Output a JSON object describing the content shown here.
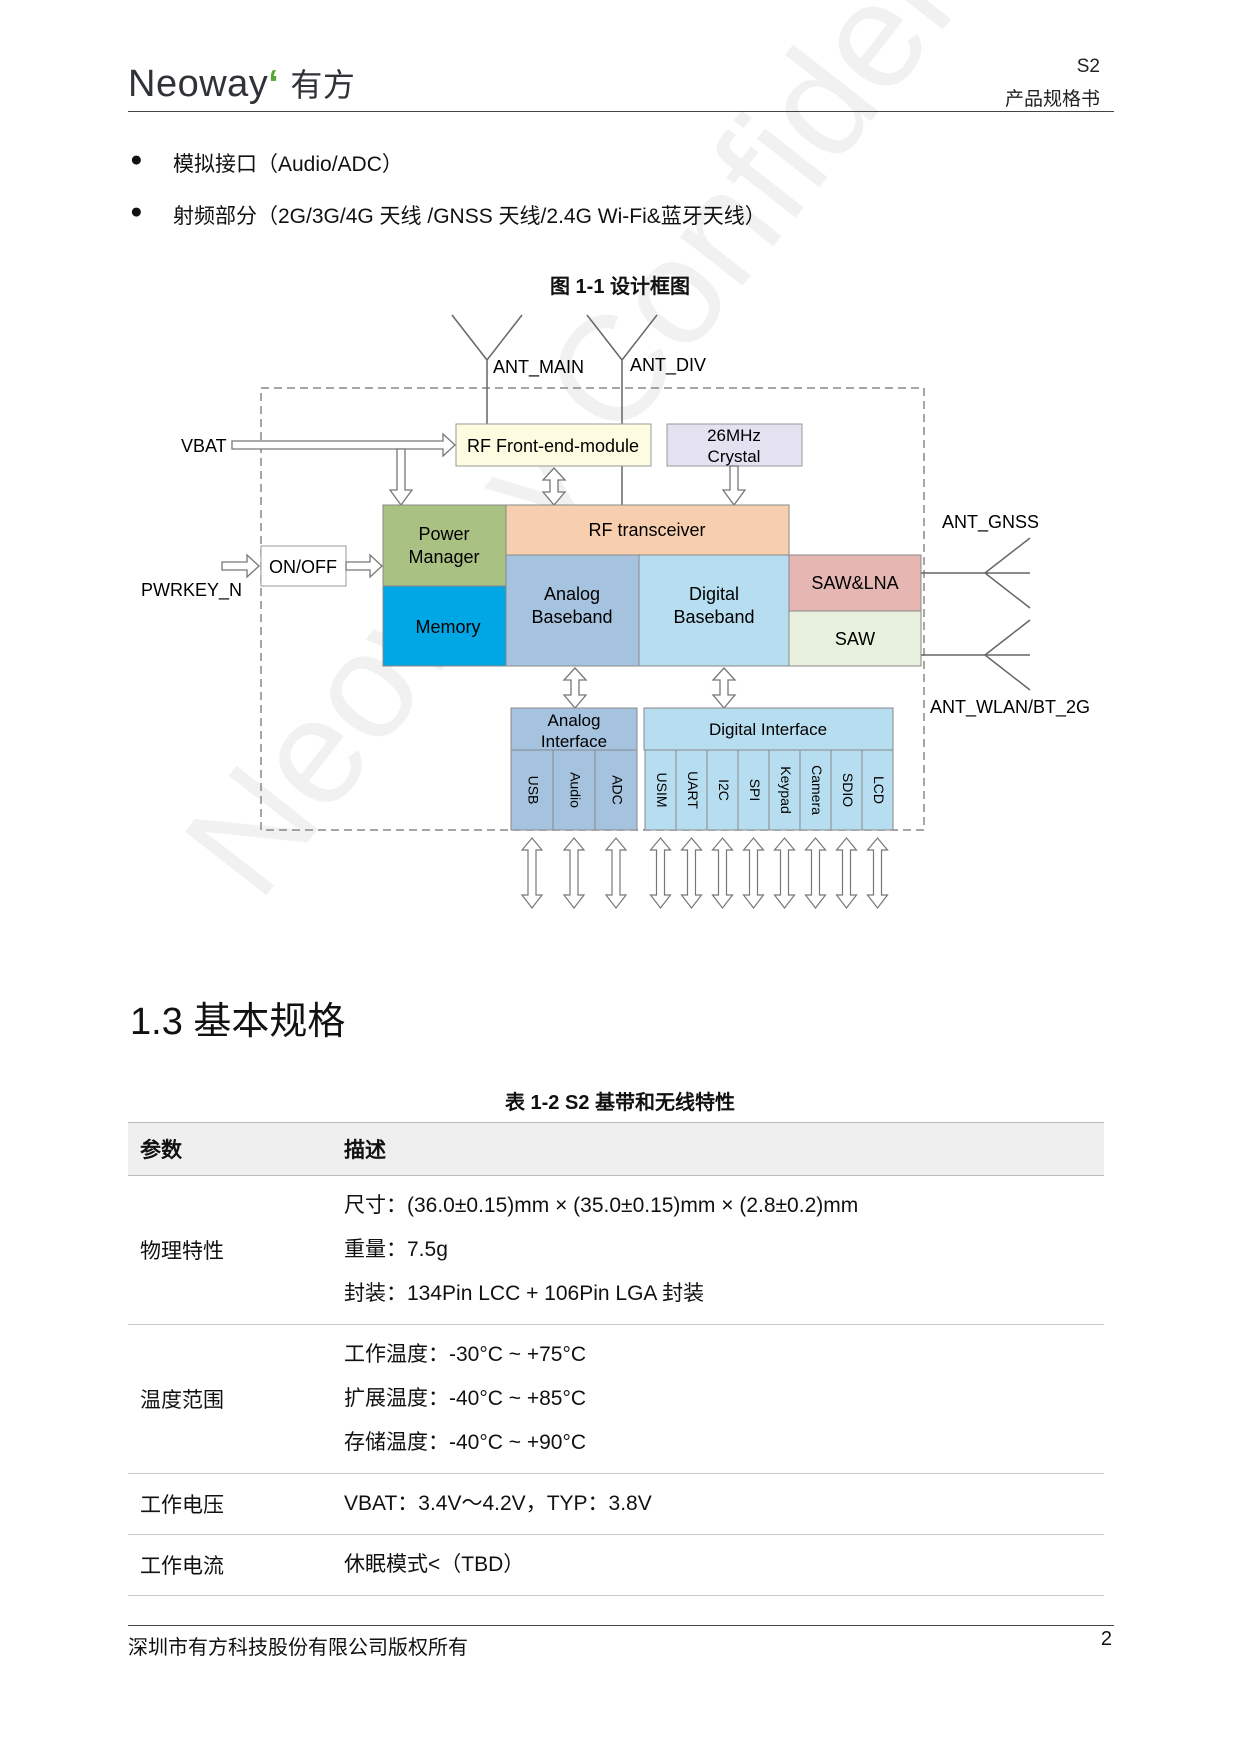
{
  "header": {
    "logo_text": "Neoway",
    "logo_cn": "有方",
    "product": "S2",
    "doc_title": "产品规格书"
  },
  "bullets": [
    "模拟接口（Audio/ADC）",
    "射频部分（2G/3G/4G 天线  /GNSS 天线/2.4G Wi-Fi&蓝牙天线）"
  ],
  "figure": {
    "caption": "图 1-1  设计框图",
    "labels": {
      "ant_main": "ANT_MAIN",
      "ant_div": "ANT_DIV",
      "vbat": "VBAT",
      "pwrkey": "PWRKEY_N",
      "onoff": "ON/OFF",
      "rf_fem": "RF Front-end-module",
      "crystal_1": "26MHz",
      "crystal_2": "Crystal",
      "rf_transceiver": "RF transceiver",
      "power_1": "Power",
      "power_2": "Manager",
      "memory": "Memory",
      "analog_bb_1": "Analog",
      "analog_bb_2": "Baseband",
      "digital_bb_1": "Digital",
      "digital_bb_2": "Baseband",
      "saw_lna": "SAW&LNA",
      "saw": "SAW",
      "ant_gnss": "ANT_GNSS",
      "ant_wlan": "ANT_WLAN/BT_2G",
      "analog_if_1": "Analog",
      "analog_if_2": "Interface",
      "digital_if": "Digital Interface"
    },
    "analog_ports": [
      "USB",
      "Audio",
      "ADC"
    ],
    "digital_ports": [
      "USIM",
      "UART",
      "I2C",
      "SPI",
      "Keypad",
      "Camera",
      "SDIO",
      "LCD"
    ]
  },
  "section_title": "1.3 基本规格",
  "table": {
    "caption": "表 1-2  S2 基带和无线特性",
    "headers": [
      "参数",
      "描述"
    ],
    "rows": [
      {
        "param": "物理特性",
        "lines": [
          "尺寸：(36.0±0.15)mm × (35.0±0.15)mm × (2.8±0.2)mm",
          "重量：7.5g",
          "封装：134Pin LCC + 106Pin LGA 封装"
        ]
      },
      {
        "param": "温度范围",
        "lines": [
          "工作温度：-30°C ~ +75°C",
          "扩展温度：-40°C ~ +85°C",
          "存储温度：-40°C ~ +90°C"
        ]
      },
      {
        "param": "工作电压",
        "lines": [
          "VBAT：3.4V～4.2V，TYP：3.8V"
        ]
      },
      {
        "param": "工作电流",
        "lines": [
          "休眠模式<（TBD）"
        ]
      }
    ]
  },
  "watermark": "Neoway Confidential",
  "footer": {
    "company": "深圳市有方科技股份有限公司版权所有",
    "page": "2"
  }
}
